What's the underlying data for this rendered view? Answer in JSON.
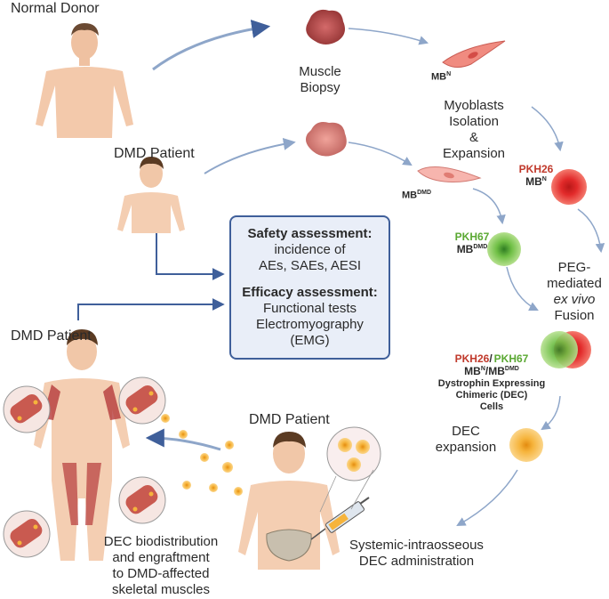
{
  "labels": {
    "normal_donor": "Normal Donor",
    "dmd_patient_1": "DMD Patient",
    "dmd_patient_2": "DMD Patient",
    "dmd_patient_3": "DMD Patient",
    "muscle_biopsy_1": "Muscle",
    "muscle_biopsy_2": "Biopsy",
    "mb_n": "MB",
    "mb_n_sup": "N",
    "mb_dmd": "MB",
    "mb_dmd_sup": "DMD",
    "isolation_1": "Myoblasts",
    "isolation_2": "Isolation",
    "isolation_3": "&",
    "isolation_4": "Expansion",
    "pkh26": "PKH26",
    "pkh26_mb": "MB",
    "pkh26_mb_sup": "N",
    "pkh67": "PKH67",
    "pkh67_mb": "MB",
    "pkh67_mb_sup": "DMD",
    "fusion_1": "PEG-",
    "fusion_2": "mediated",
    "fusion_3": "ex vivo",
    "fusion_4": "Fusion",
    "dec_pkh26": "PKH26",
    "dec_slash": "/",
    "dec_pkh67": "PKH67",
    "dec_mb1": "MB",
    "dec_mb1_sup": "N",
    "dec_mb2": "/MB",
    "dec_mb2_sup": "DMD",
    "dec_line1": "Dystrophin Expressing",
    "dec_line2": "Chimeric (DEC)",
    "dec_line3": "Cells",
    "dec_exp_1": "DEC",
    "dec_exp_2": "expansion",
    "admin_1": "Systemic-intraosseous",
    "admin_2": "DEC administration",
    "biodist_1": "DEC biodistribution",
    "biodist_2": "and engraftment",
    "biodist_3": "to DMD-affected",
    "biodist_4": "skeletal muscles"
  },
  "box": {
    "safety_title": "Safety assessment:",
    "safety_1": "incidence of",
    "safety_2": "AEs, SAEs, AESI",
    "efficacy_title": "Efficacy assessment:",
    "efficacy_1": "Functional tests",
    "efficacy_2": "Electromyography",
    "efficacy_3": "(EMG)"
  },
  "colors": {
    "arrow": "#8ea6c9",
    "box_border": "#3f5f9a",
    "red": "#c0392b",
    "green": "#5aa832",
    "skin": "#f5cdb0"
  }
}
